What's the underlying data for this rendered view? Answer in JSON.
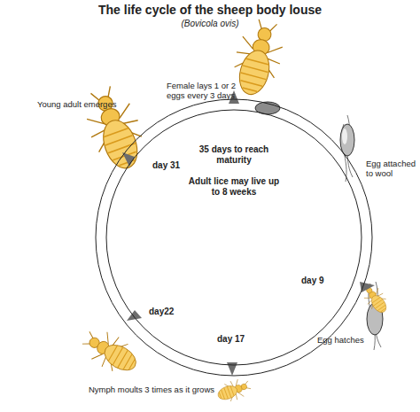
{
  "diagram": {
    "title": "The life cycle of the sheep body louse",
    "nodes": [
      {
        "text": [
          "35 days to reach maturity",
          "Adult lice may live up to 8 weeks"
        ]
      }
    ],
    "labels": [
      "(Bovicola ovis)",
      "Young adult emerges",
      "Female lays 1 or 2 eggs every 3 days",
      "Egg attached to wool",
      "day 9",
      "Egg hatches",
      "day 17",
      "Nymph moults 3 times as it grows",
      "day22",
      "day 31"
    ]
  }
}
